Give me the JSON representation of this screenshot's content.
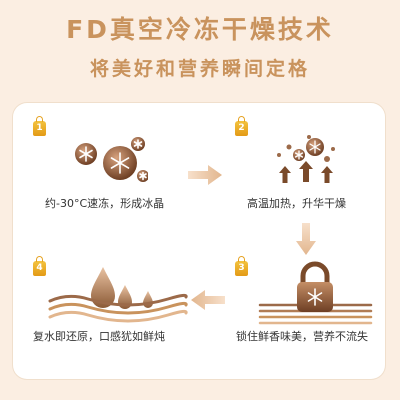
{
  "title": "FD真空冷冻干燥技术",
  "subtitle": "将美好和营养瞬间定格",
  "steps": [
    {
      "num": "1",
      "caption": "约-30°C速冻，形成冰晶",
      "icon": "snowflake-icon"
    },
    {
      "num": "2",
      "caption": "高温加热，升华干燥",
      "icon": "sublimation-icon"
    },
    {
      "num": "3",
      "caption": "锁住鲜香味美，营养不流失",
      "icon": "lock-icon"
    },
    {
      "num": "4",
      "caption": "复水即还原，口感犹如鲜炖",
      "icon": "water-drop-icon"
    }
  ],
  "colors": {
    "gold": "#c9935d",
    "badge": "#eeae27",
    "brown": "#7a4a2a",
    "bg": "#fbeee2"
  }
}
